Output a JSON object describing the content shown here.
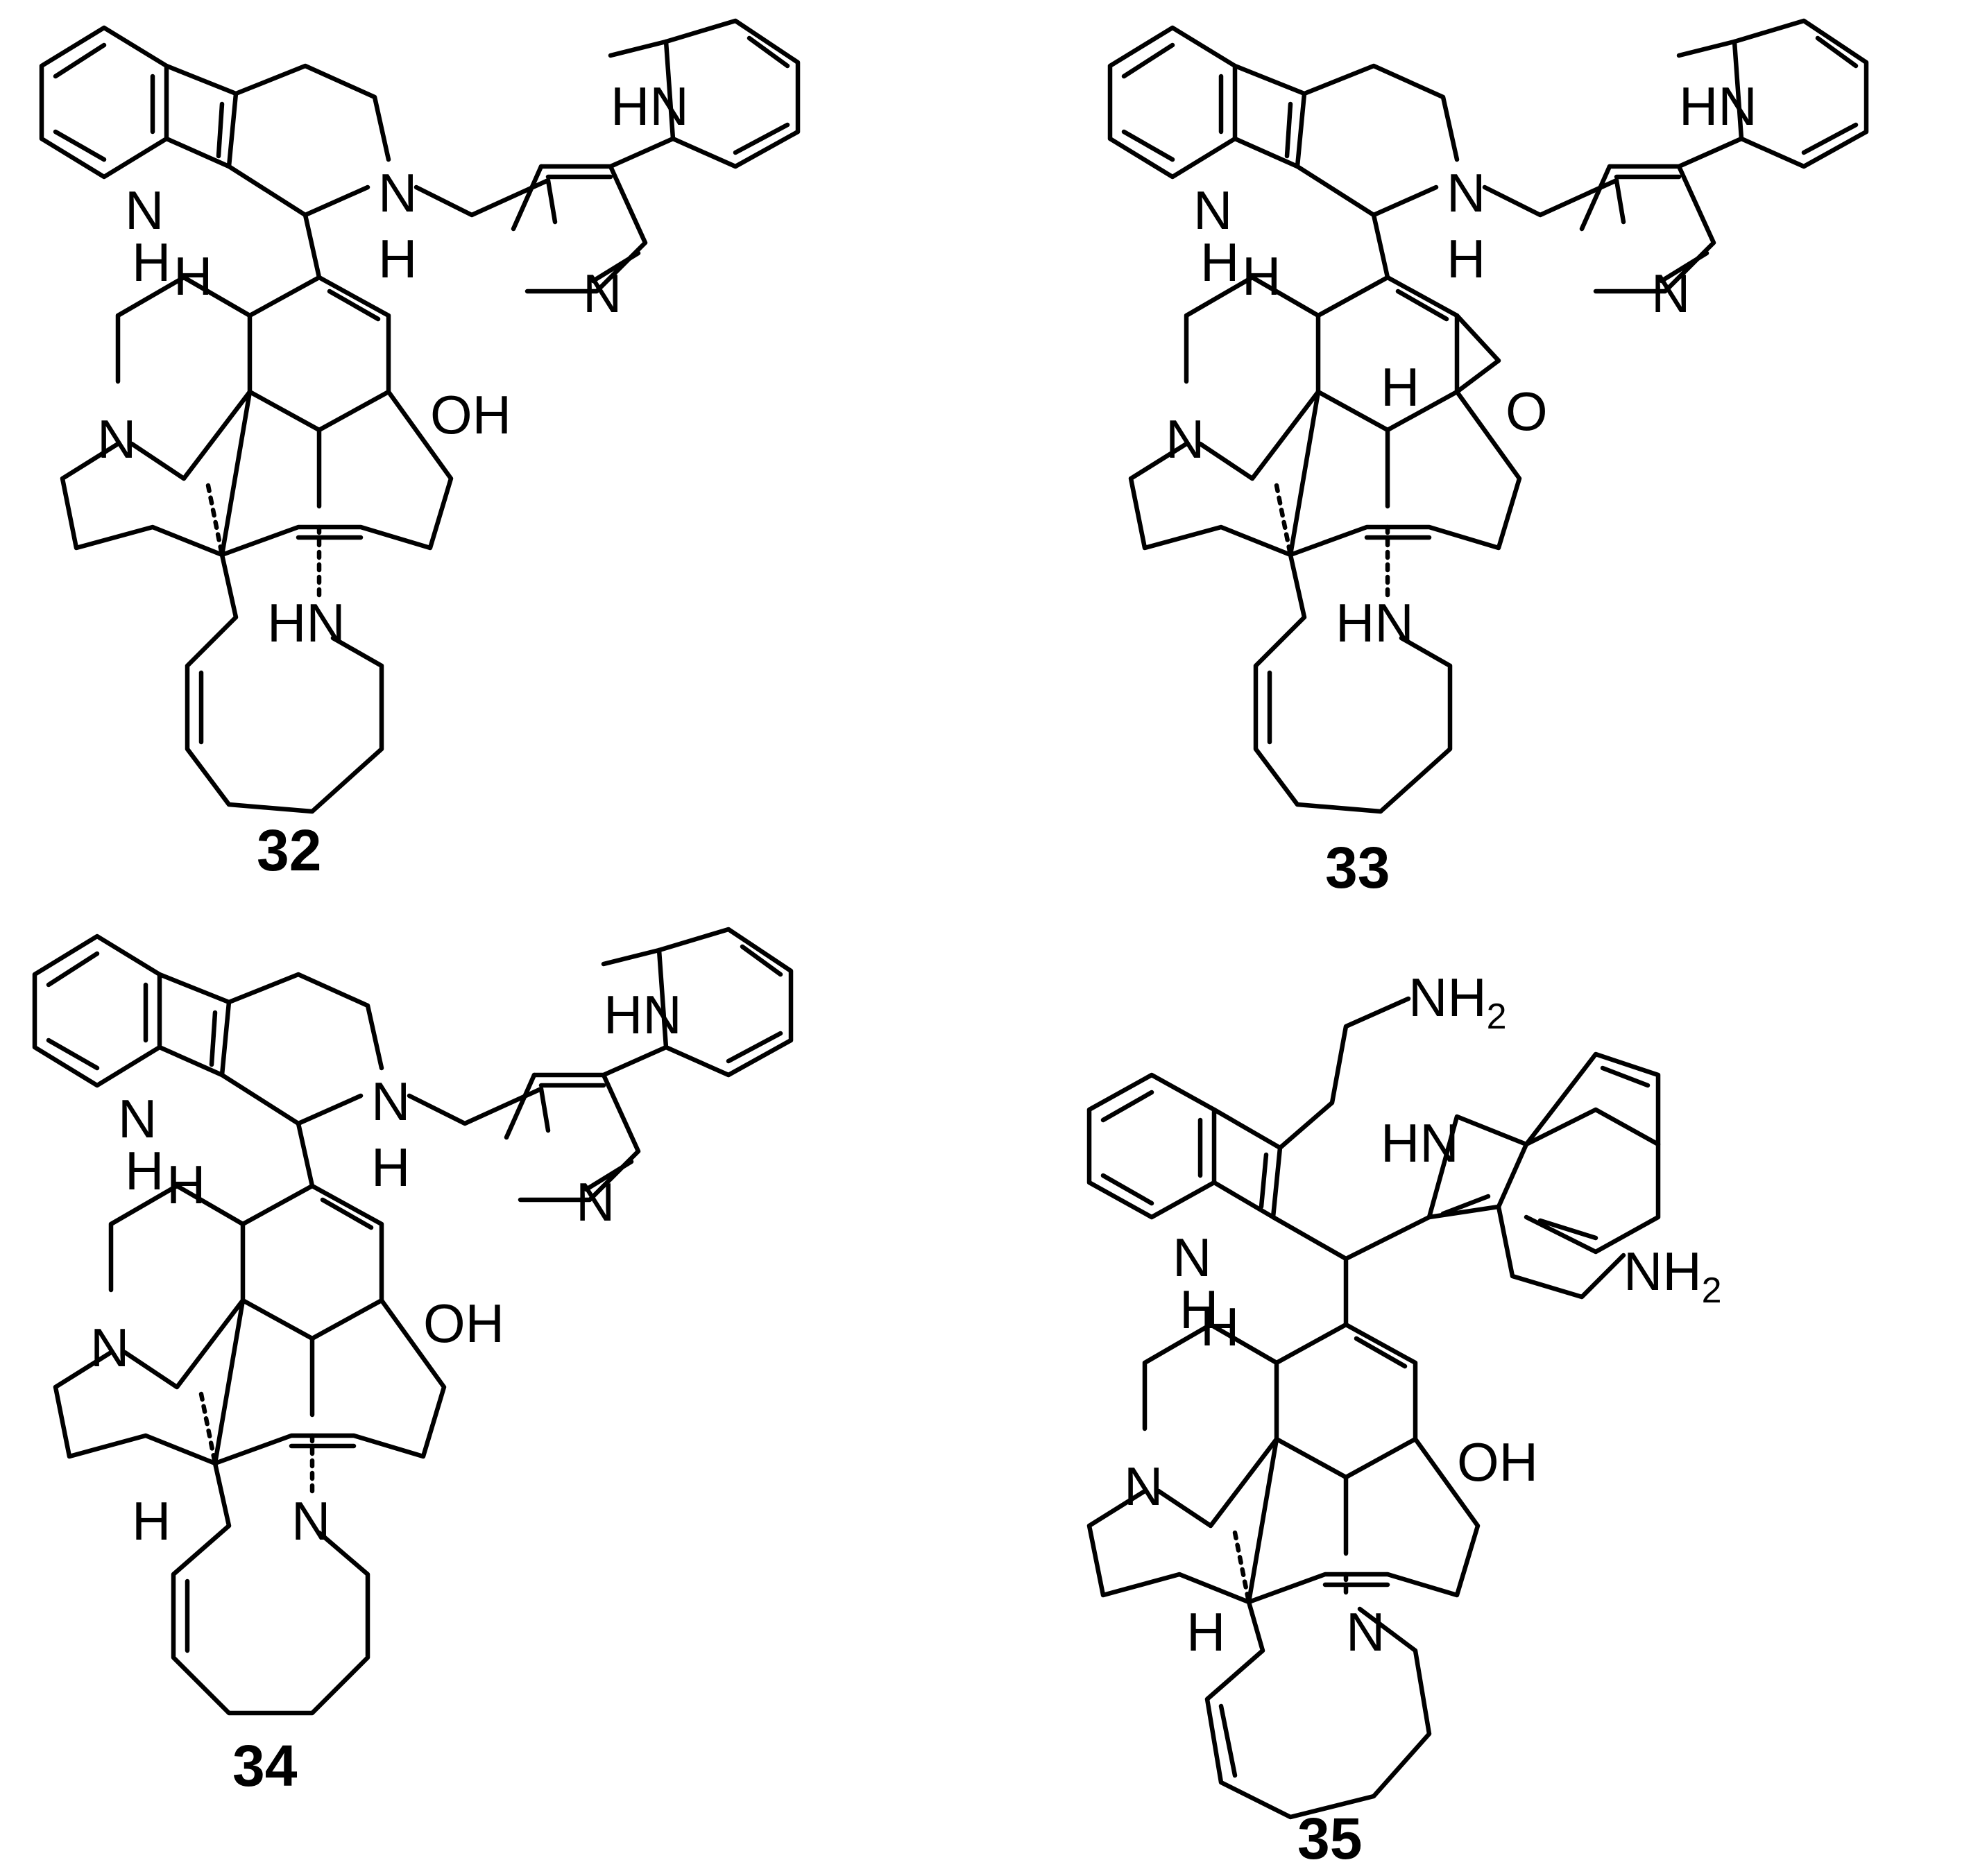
{
  "compounds": [
    {
      "id": "32",
      "atoms": {
        "nh_left": "N",
        "nh_left_h": "H",
        "n_ring": "N",
        "h_stereo": "H",
        "h_bridge": "H",
        "n_quinolizidine": "N",
        "oh": "OH",
        "hn_top": "HN",
        "n_pyridine": "N",
        "hn_bottom": "HN"
      }
    },
    {
      "id": "33",
      "atoms": {
        "nh_left": "N",
        "nh_left_h": "H",
        "n_ring": "N",
        "h_stereo": "H",
        "h_bridge": "H",
        "h_epox": "H",
        "n_quinolizidine": "N",
        "o_epoxide": "O",
        "hn_top": "HN",
        "n_pyridine": "N",
        "hn_bottom": "HN"
      }
    },
    {
      "id": "34",
      "atoms": {
        "nh_left": "N",
        "nh_left_h": "H",
        "n_ring": "N",
        "h_stereo": "H",
        "h_bridge": "H",
        "n_quinolizidine": "N",
        "oh": "OH",
        "hn_top": "HN",
        "n_pyridine": "N",
        "h_azocine": "H",
        "n_azocine": "N"
      }
    },
    {
      "id": "35",
      "atoms": {
        "nh2_top": "NH",
        "nh2_top_sub": "2",
        "nh_left": "N",
        "nh_left_h": "H",
        "hn_right": "HN",
        "nh2_right": "NH",
        "nh2_right_sub": "2",
        "h_bridge": "H",
        "n_quinolizidine": "N",
        "oh": "OH",
        "h_azocine": "H",
        "n_azocine": "N"
      }
    }
  ]
}
